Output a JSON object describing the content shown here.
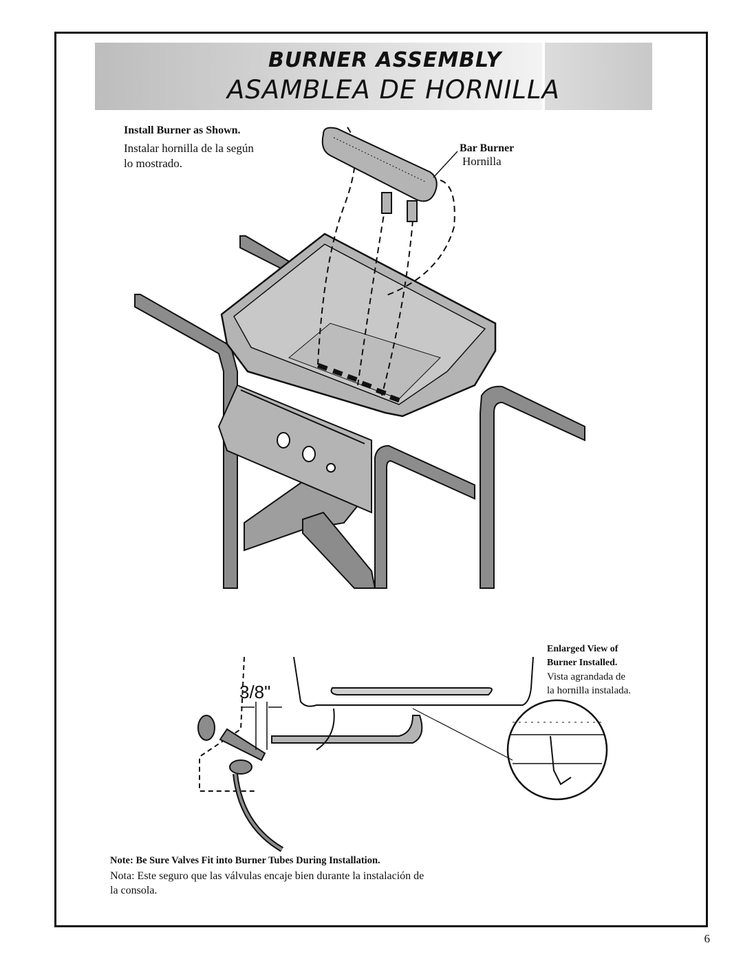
{
  "header": {
    "title_en": "BURNER ASSEMBLY",
    "title_es": "ASAMBLEA DE HORNILLA"
  },
  "install_instruction": {
    "heading_en": "Install Burner as Shown.",
    "text_es_line1": "Instalar hornilla de la según",
    "text_es_line2": "lo mostrado."
  },
  "callouts": {
    "bar_burner_en": "Bar Burner",
    "bar_burner_es": "Hornilla",
    "gap_measurement": "3/8\""
  },
  "enlarged_view": {
    "line1_en": "Enlarged View of",
    "line2_en": "Burner Installed.",
    "line1_es": "Vista agrandada de",
    "line2_es": "la hornilla instalada."
  },
  "note": {
    "en": "Note:  Be Sure Valves Fit into Burner Tubes During Installation.",
    "es_line1": "Nota: Este seguro que las válvulas encaje bien durante la instalación de",
    "es_line2": "la consola."
  },
  "page_number": "6",
  "colors": {
    "metal_fill": "#b4b4b4",
    "frame_fill": "#8c8c8c",
    "banner_gray": "#c8c8c8"
  }
}
